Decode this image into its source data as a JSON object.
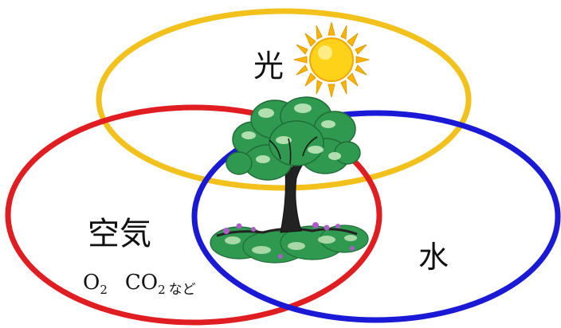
{
  "labels": {
    "light": "光",
    "air": "空気",
    "water": "水",
    "air_gases": {
      "o": "O",
      "o_sub": "2",
      "co": "CO",
      "co_sub": "2",
      "suffix": "など"
    }
  },
  "colors": {
    "light_ring": "#f2c11c",
    "air_ring": "#e01e22",
    "water_ring": "#1a1ad6",
    "sun": "#ffd21a",
    "leaves": "#2f9a4f",
    "trunk": "#222222",
    "flowers": "#b05cc8"
  },
  "icons": {
    "sun": "sun-icon",
    "tree": "tree-icon"
  }
}
